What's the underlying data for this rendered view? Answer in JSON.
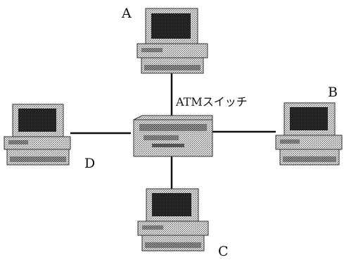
{
  "diagram": {
    "switch_label": "ATMスイッチ",
    "nodes": [
      {
        "id": "A",
        "label": "A"
      },
      {
        "id": "B",
        "label": "B"
      },
      {
        "id": "C",
        "label": "C"
      },
      {
        "id": "D",
        "label": "D"
      }
    ]
  },
  "colors": {
    "line": "#111111",
    "device_light": "#d6d6d6",
    "device_mid": "#9a9a9a",
    "device_dark": "#2a2a2a"
  }
}
